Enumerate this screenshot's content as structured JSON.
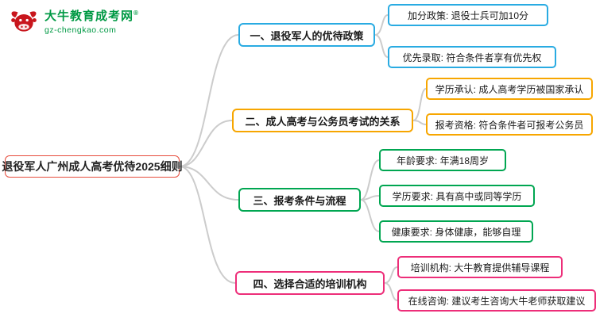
{
  "logo": {
    "title": "大牛教育成考网",
    "registered": "®",
    "subtitle": "gz-chengkao.com",
    "brand_color": "#009944",
    "icon": "bull-icon",
    "icon_color": "#c8161d"
  },
  "root": {
    "label": "退役军人广州成人高考优待2025细则",
    "border_color": "#e74c3c"
  },
  "branches": [
    {
      "label": "一、退役军人的优待政策",
      "color": "#29abe2",
      "children": [
        "加分政策: 退役士兵可加10分",
        "优先录取: 符合条件者享有优先权"
      ]
    },
    {
      "label": "二、成人高考与公务员考试的关系",
      "color": "#f7a600",
      "children": [
        "学历承认: 成人高考学历被国家承认",
        "报考资格: 符合条件者可报考公务员"
      ]
    },
    {
      "label": "三、报考条件与流程",
      "color": "#00a651",
      "children": [
        "年龄要求: 年满18周岁",
        "学历要求: 具有高中或同等学历",
        "健康要求: 身体健康，能够自理"
      ]
    },
    {
      "label": "四、选择合适的培训机构",
      "color": "#ed2e79",
      "children": [
        "培训机构: 大牛教育提供辅导课程",
        "在线咨询: 建议考生咨询大牛老师获取建议"
      ]
    }
  ]
}
